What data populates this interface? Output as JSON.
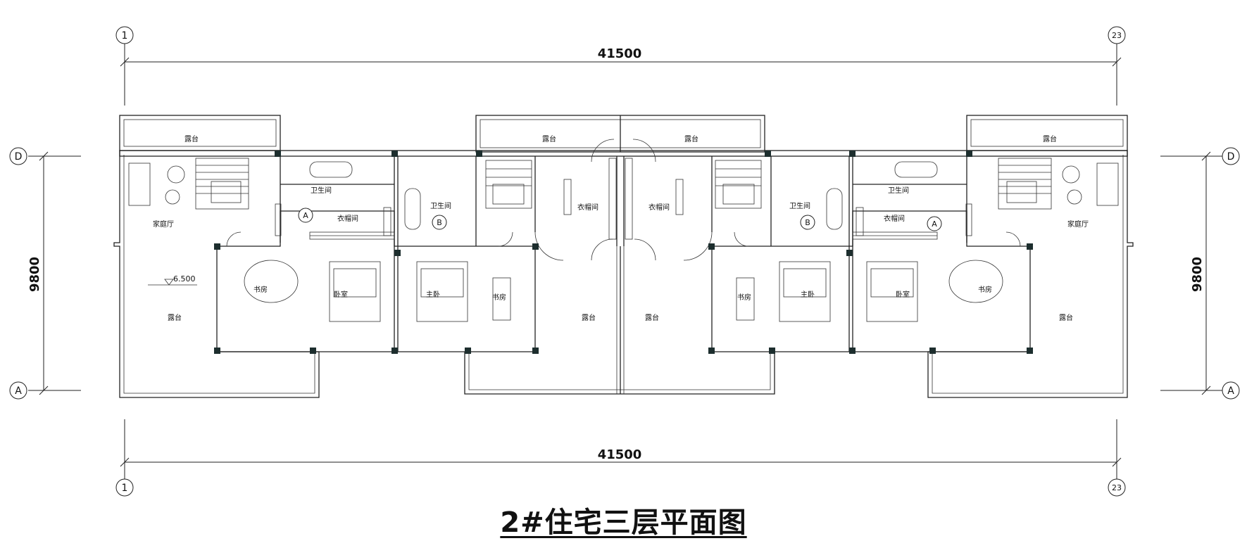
{
  "title": "2#住宅三层平面图",
  "dimensions": {
    "top_width": "41500",
    "bottom_width": "41500",
    "left_depth": "9800",
    "right_depth": "9800"
  },
  "axes": {
    "left_start": "1",
    "right_end": "23",
    "top_row": "D",
    "bottom_row": "A"
  },
  "level_mark": "6.500",
  "room_labels": {
    "terrace": "露台",
    "bathroom": "卫生间",
    "closet": "衣帽间",
    "family_room": "家庭厅",
    "study": "书房",
    "bedroom": "卧室",
    "master_bedroom": "主卧"
  },
  "unit_markers": {
    "a": "A",
    "b": "B"
  }
}
